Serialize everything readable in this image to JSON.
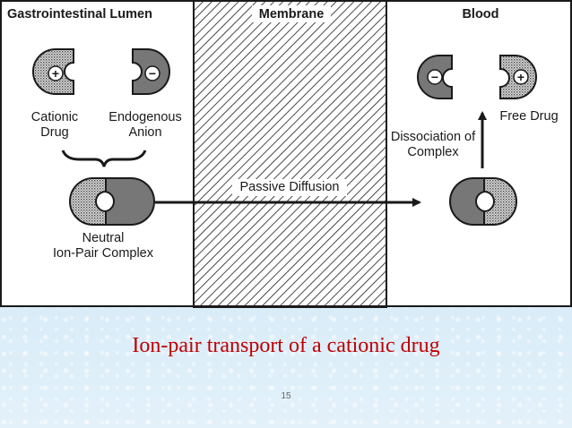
{
  "headers": {
    "lumen": "Gastrointestinal Lumen",
    "membrane": "Membrane",
    "blood": "Blood"
  },
  "labels": {
    "cationic_drug": [
      "Cationic",
      "Drug"
    ],
    "endogenous_anion": [
      "Endogenous",
      "Anion"
    ],
    "neutral_complex": [
      "Neutral",
      "Ion-Pair Complex"
    ],
    "passive_diffusion": "Passive Diffusion",
    "dissociation": [
      "Dissociation of",
      "Complex"
    ],
    "free_drug": "Free Drug"
  },
  "symbols": {
    "plus": "+",
    "minus": "−"
  },
  "caption": "Ion-pair transport of a cationic drug",
  "page_number": "15",
  "colors": {
    "caption": "#c00000",
    "anion_fill": "#777777",
    "drug_fill": "#cfcfcf",
    "membrane_hatch": "#1a1a1a"
  }
}
